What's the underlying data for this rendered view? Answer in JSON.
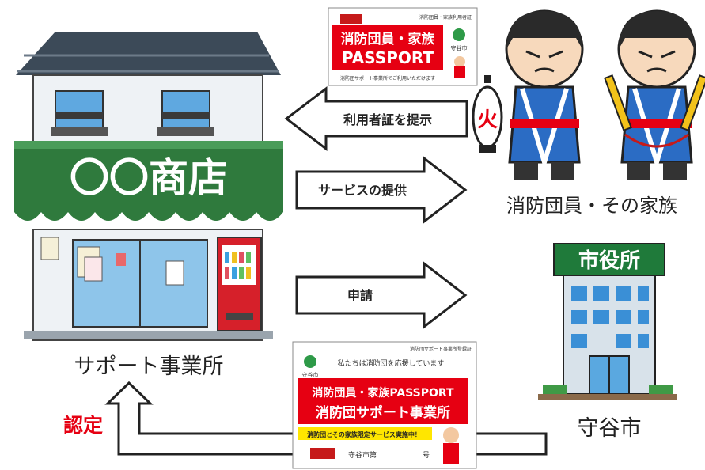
{
  "shop": {
    "sign": "〇〇商店",
    "caption": "サポート事業所"
  },
  "arrows": {
    "present_card": "利用者証を提示",
    "provide_service": "サービスの提供",
    "apply": "申請",
    "certify": "認定"
  },
  "members": {
    "caption": "消防団員・その家族",
    "lantern_char": "火"
  },
  "city_hall": {
    "sign": "市役所",
    "caption": "守谷市"
  },
  "passport_card": {
    "corner_tag": "消防団員・家族利用者証",
    "title_line1": "消防団員・家族",
    "title_line2": "PASSPORT",
    "city": "守谷市",
    "footer": "消防団サポート事業所でご利用いただけます"
  },
  "support_sticker": {
    "corner_tag": "消防団サポート事業所登録証",
    "city": "守谷市",
    "tagline": "私たちは消防団を応援しています",
    "title_line1": "消防団員・家族PASSPORT",
    "title_line2": "消防団サポート事業所",
    "banner": "消防団とその家族限定サービス実施中！",
    "number_prefix": "守谷市第",
    "number_suffix": "号"
  },
  "colors": {
    "passport_red": "#e60012",
    "awning_green": "#2e8b57",
    "roof_gray": "#5a6470",
    "certify_red": "#e60012"
  }
}
